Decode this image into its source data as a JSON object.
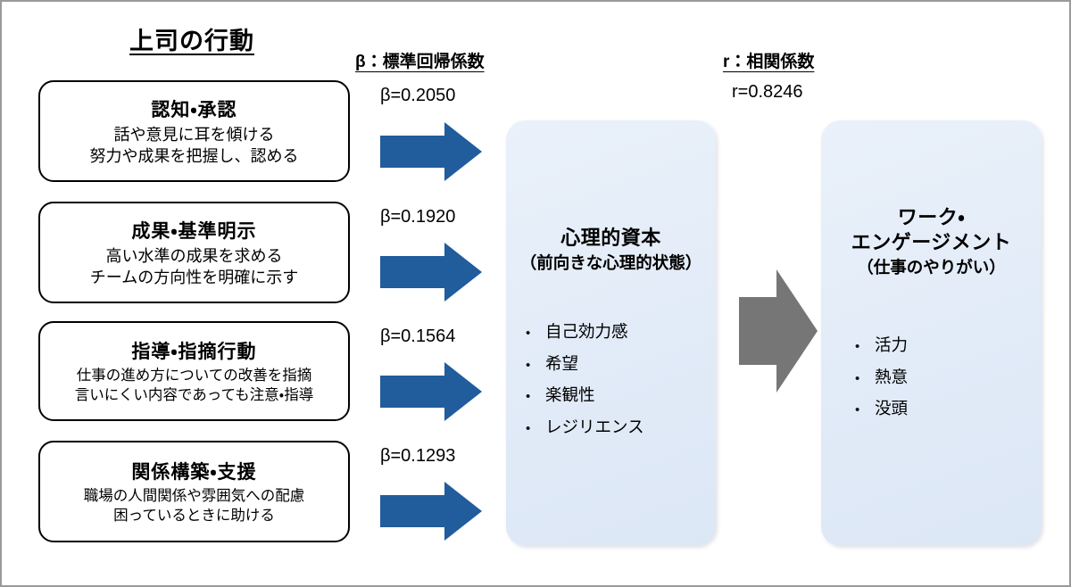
{
  "headings": {
    "behavior": "上司の行動",
    "beta_legend": "β：標準回帰係数",
    "r_legend": "r：相関係数",
    "r_value": "r=0.8246"
  },
  "colors": {
    "blue_arrow": "#215C9C",
    "gray_arrow": "#767676",
    "panel_fill": "#E3ECF8",
    "box_border": "#000000",
    "canvas_border": "#9A9A9A"
  },
  "behaviors": [
    {
      "title": "認知・承認",
      "lines": [
        "話や意見に耳を傾ける",
        "努力や成果を把握し、認める"
      ],
      "beta": "β=0.2050",
      "beta_value": 0.205
    },
    {
      "title": "成果・基準明示",
      "lines": [
        "高い水準の成果を求める",
        "チームの方向性を明確に示す"
      ],
      "beta": "β=0.1920",
      "beta_value": 0.192
    },
    {
      "title": "指導・指摘行動",
      "lines": [
        "仕事の進め方についての改善を指摘",
        "言いにくい内容であっても注意・指導"
      ],
      "beta": "β=0.1564",
      "beta_value": 0.1564
    },
    {
      "title": "関係構築・支援",
      "lines": [
        "職場の人間関係や雰囲気への配慮",
        "困っているときに助ける"
      ],
      "beta": "β=0.1293",
      "beta_value": 0.1293
    }
  ],
  "psychological_capital": {
    "title": "心理的資本",
    "subtitle": "（前向きな心理的状態）",
    "items": [
      "自己効力感",
      "希望",
      "楽観性",
      "レジリエンス"
    ],
    "bullet": "•"
  },
  "work_engagement": {
    "title_line1": "ワーク・",
    "title_line2": "エンゲージメント",
    "subtitle": "（仕事のやりがい）",
    "items": [
      "活力",
      "熱意",
      "没頭"
    ],
    "bullet": "•"
  },
  "chart_data": {
    "type": "diagram",
    "title": "上司の行動が心理的資本およびワーク・エンゲージメントに与える影響",
    "nodes": [
      "認知・承認",
      "成果・基準明示",
      "指導・指摘行動",
      "関係構築・支援",
      "心理的資本",
      "ワーク・エンゲージメント"
    ],
    "edges": [
      {
        "from": "認知・承認",
        "to": "心理的資本",
        "stat": "β",
        "value": 0.205,
        "label": "β=0.2050"
      },
      {
        "from": "成果・基準明示",
        "to": "心理的資本",
        "stat": "β",
        "value": 0.192,
        "label": "β=0.1920"
      },
      {
        "from": "指導・指摘行動",
        "to": "心理的資本",
        "stat": "β",
        "value": 0.1564,
        "label": "β=0.1564"
      },
      {
        "from": "関係構築・支援",
        "to": "心理的資本",
        "stat": "β",
        "value": 0.1293,
        "label": "β=0.1293"
      },
      {
        "from": "心理的資本",
        "to": "ワーク・エンゲージメント",
        "stat": "r",
        "value": 0.8246,
        "label": "r=0.8246"
      }
    ],
    "legend": [
      "β：標準回帰係数",
      "r：相関係数"
    ]
  }
}
